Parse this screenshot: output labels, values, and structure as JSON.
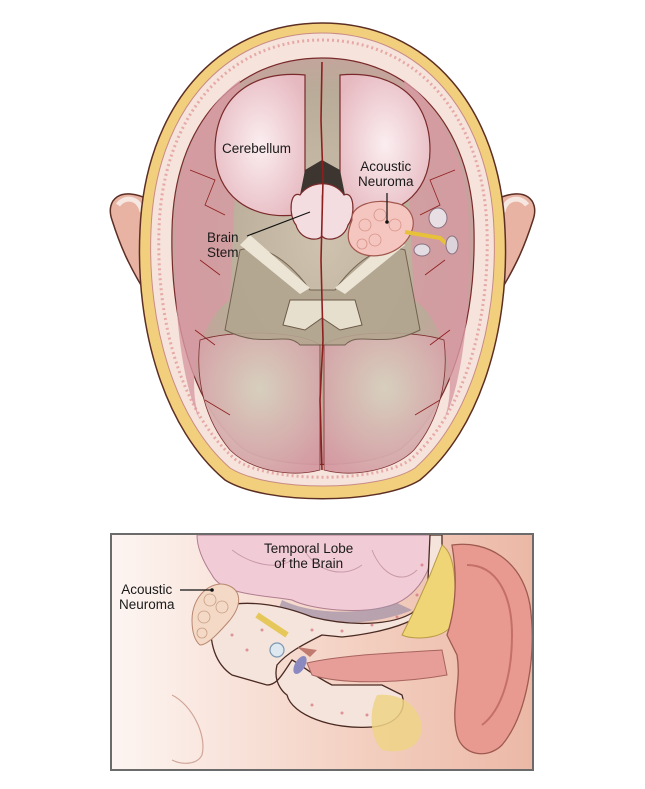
{
  "figure": {
    "type": "anatomical-illustration",
    "top_view": {
      "description": "Axial (top-down) cross-section of the skull showing brain structures",
      "labels": {
        "cerebellum": "Cerebellum",
        "acoustic_neuroma": "Acoustic\nNeuroma",
        "brain_stem": "Brain\nStem"
      }
    },
    "inset_view": {
      "description": "Coronal cross-section through ear and temporal bone",
      "labels": {
        "temporal_lobe": "Temporal Lobe\nof the Brain",
        "acoustic_neuroma": "Acoustic\nNeuroma"
      }
    },
    "colors": {
      "skin": "#f3c9b4",
      "fat_layer": "#f2cf7c",
      "bone": "#f6e3dc",
      "brain_tissue": "#e9b8bd",
      "cerebellum": "#f6dde0",
      "skull_base": "#c8bda8",
      "vessel": "#8f1f1f",
      "tumor": "#f4c6bf",
      "inset_border": "#6b6b6b"
    }
  }
}
